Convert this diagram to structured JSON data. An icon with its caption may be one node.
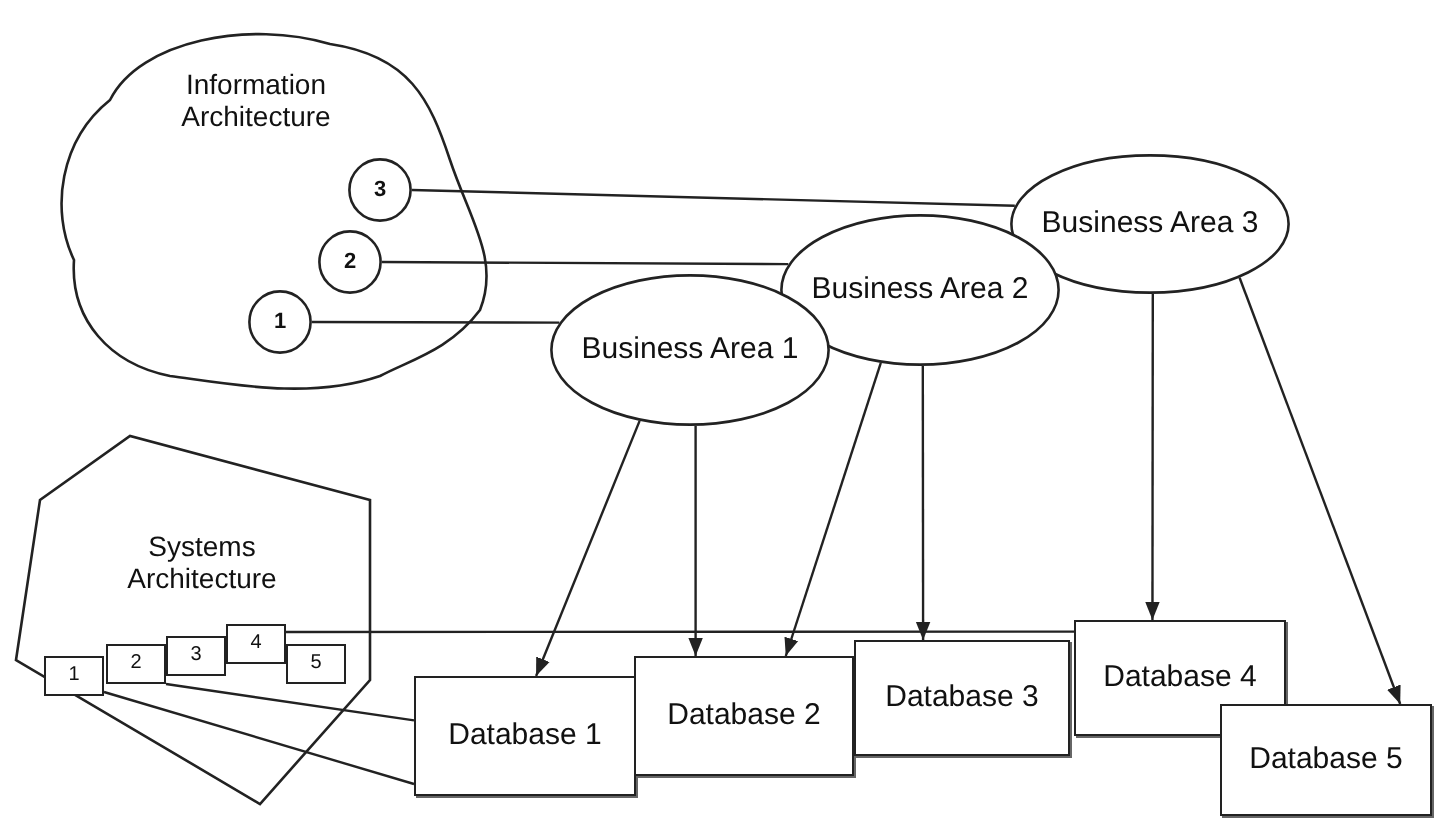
{
  "diagram": {
    "nodes": [
      {
        "text": [
          "Information Architecture"
        ]
      },
      {
        "text": [
          "3"
        ],
        "in": 0
      },
      {
        "text": [
          "2"
        ],
        "in": 0
      },
      {
        "text": [
          "1"
        ],
        "in": 0
      },
      {
        "text": [
          "Business Area 3"
        ]
      },
      {
        "text": [
          "Business Area 2"
        ]
      },
      {
        "text": [
          "Business Area 1"
        ]
      },
      {
        "text": [
          "Systems Architecture"
        ]
      },
      {
        "text": [
          "1"
        ],
        "in": 7
      },
      {
        "text": [
          "2"
        ],
        "in": 7
      },
      {
        "text": [
          "3"
        ],
        "in": 7
      },
      {
        "text": [
          "4"
        ],
        "in": 7
      },
      {
        "text": [
          "5"
        ],
        "in": 7
      },
      {
        "text": [
          "Database 1"
        ]
      },
      {
        "text": [
          "Database 2"
        ]
      },
      {
        "text": [
          "Database 3"
        ]
      },
      {
        "text": [
          "Database 4"
        ]
      },
      {
        "text": [
          "Database 5"
        ]
      }
    ],
    "edges": [
      {
        "from": 3,
        "to": 6,
        "arrow": "none"
      },
      {
        "from": 2,
        "to": 5,
        "arrow": "none"
      },
      {
        "from": 1,
        "to": 4,
        "arrow": "none"
      },
      {
        "from": 6,
        "to": 13,
        "arrow": "to"
      },
      {
        "from": 6,
        "to": 14,
        "arrow": "to"
      },
      {
        "from": 5,
        "to": 14,
        "arrow": "to"
      },
      {
        "from": 5,
        "to": 15,
        "arrow": "to"
      },
      {
        "from": 4,
        "to": 16,
        "arrow": "to"
      },
      {
        "from": 4,
        "to": 17,
        "arrow": "to"
      },
      {
        "from": 8,
        "to": 13,
        "arrow": "none"
      },
      {
        "from": 9,
        "to": 13,
        "arrow": "none"
      },
      {
        "from": 11,
        "to": 16,
        "arrow": "none"
      }
    ]
  }
}
